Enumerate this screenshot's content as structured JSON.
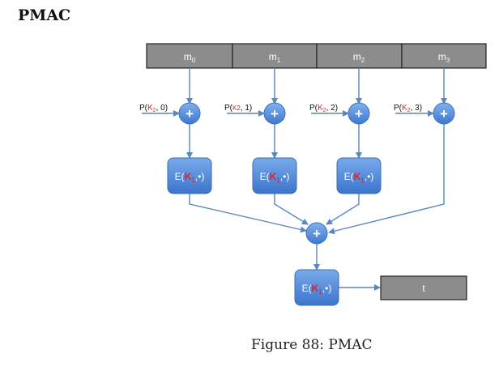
{
  "heading": "PMAC",
  "caption": "Figure 88: PMAC",
  "message_blocks": [
    {
      "label": "m",
      "sub": "0"
    },
    {
      "label": "m",
      "sub": "1"
    },
    {
      "label": "m",
      "sub": "2"
    },
    {
      "label": "m",
      "sub": "3"
    }
  ],
  "pad_inputs": [
    {
      "prefix": "P(",
      "key": "K",
      "key_sub": "2",
      "rest": ", 0)"
    },
    {
      "prefix": "P(",
      "key": "K2",
      "key_sub": "",
      "rest": ", 1)"
    },
    {
      "prefix": "P(",
      "key": "K",
      "key_sub": "2",
      "rest": ", 2)"
    },
    {
      "prefix": "P(",
      "key": "K",
      "key_sub": "2",
      "rest": ", 3)"
    }
  ],
  "xor_symbol": "+",
  "encrypt_block": {
    "prefix": "E(",
    "key": "K",
    "key_sub": "1",
    "rest": ",•)"
  },
  "output_tag": "t",
  "colors": {
    "message_fill": "#8c8c8c",
    "node_fill": "#4a86d8",
    "key_color": "#e0202c",
    "arrow": "#5b86bf"
  }
}
